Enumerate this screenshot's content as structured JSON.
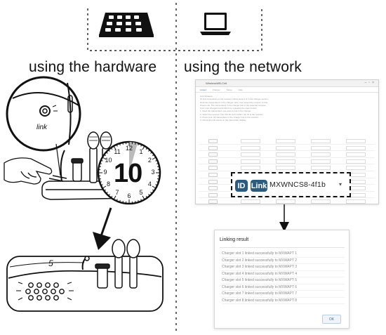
{
  "headings": {
    "hardware": "using the hardware",
    "network": "using the network"
  },
  "hardware_panel": {
    "button_label": "link",
    "countdown": "10",
    "clock_ticks": [
      "12",
      "1",
      "2",
      "3",
      "4",
      "5",
      "6",
      "7",
      "8",
      "9",
      "10",
      "11"
    ],
    "slot_number": "5"
  },
  "software_window": {
    "titlebar": "WirelessWB-Cntl",
    "tabs": [
      "Linked",
      "Charger",
      "Setup",
      "Help"
    ],
    "instructions": [
      "Link Wireless",
      "To link transmitters to the receiver, follow steps 1-3 in the charger section.",
      "Dock the transmitters in the charger slots, then select the receiver to link.",
      "Press Link. The transmitters in the charger link to the selected receiver.",
      "Link more charged transmitters by repeating the steps below.",
      "1. Dock the transmitters you want to link in the charger.",
      "2. Select the receiver from the list and confirm the ID of the receiver.",
      "3. Press Link. All transmitters in the charger link to the receiver.",
      "4. Check the link status on the transmitter display."
    ]
  },
  "link_bar": {
    "id_button": "ID",
    "link_button": "Link",
    "device": "MXWNCS8-4f1b",
    "caret": "▾"
  },
  "dialog": {
    "title": "Linking result",
    "lines": [
      "Charger slot 1 linked successfully to MXWAPT 1",
      "Charger slot 2 linked successfully to MXWAPT 2",
      "Charger slot 3 linked successfully to MXWAPT 3",
      "Charger slot 4 linked successfully to MXWAPT 4",
      "Charger slot 5 linked successfully to MXWAPT 5",
      "Charger slot 6 linked successfully to MXWAPT 6",
      "Charger slot 7 linked successfully to MXWAPT 7",
      "Charger slot 8 linked successfully to MXWAPT 8"
    ],
    "ok": "OK"
  },
  "colors": {
    "accent": "#2c5b7e",
    "ink": "#111111"
  }
}
